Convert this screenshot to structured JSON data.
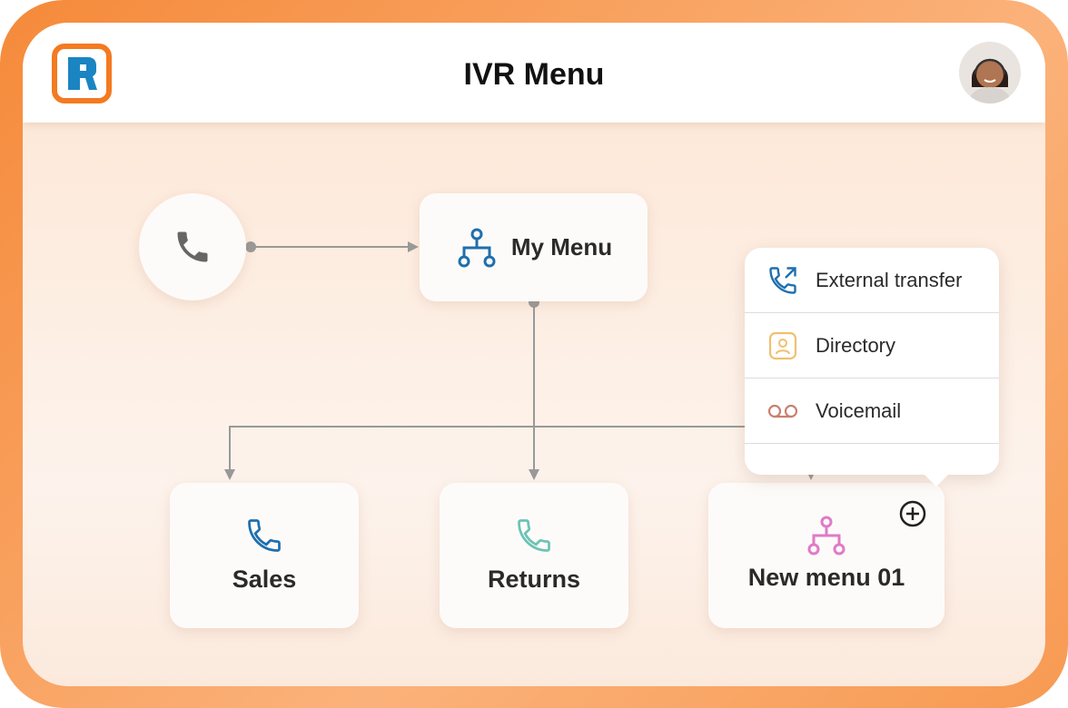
{
  "header": {
    "title": "IVR Menu",
    "logo_letter": "R"
  },
  "colors": {
    "brand_orange": "#f47a20",
    "brand_blue": "#1a85c2"
  },
  "flow": {
    "start_icon": "phone-icon",
    "root": {
      "label": "My Menu",
      "icon": "hierarchy-icon"
    },
    "children": [
      {
        "label": "Sales",
        "icon": "phone-icon"
      },
      {
        "label": "Returns",
        "icon": "phone-icon"
      },
      {
        "label": "New menu 01",
        "icon": "hierarchy-icon"
      }
    ]
  },
  "popup": {
    "items": [
      {
        "label": "External transfer",
        "icon": "phone-outgoing-icon"
      },
      {
        "label": "Directory",
        "icon": "contact-icon"
      },
      {
        "label": "Voicemail",
        "icon": "voicemail-icon"
      }
    ]
  }
}
